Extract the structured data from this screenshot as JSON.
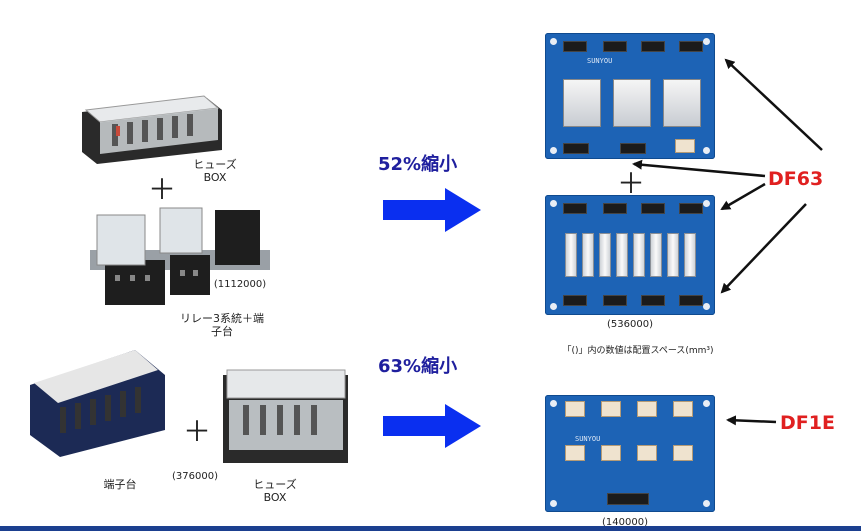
{
  "left_top": {
    "fuse_box_label_1": "ヒューズ",
    "fuse_box_label_2": "BOX",
    "volume": "(1112000)",
    "relay_label_1": "リレー3系統＋端",
    "relay_label_2": "子台"
  },
  "left_bottom": {
    "terminal_label": "端子台",
    "volume": "(376000)",
    "fuse_box_label_1": "ヒューズ",
    "fuse_box_label_2": "BOX"
  },
  "plus_sign": "＋",
  "reduction_top": "52%縮小",
  "reduction_bottom": "63%縮小",
  "right_top": {
    "volume": "(536000)",
    "board_brand": "SUNYOU"
  },
  "note": "「()」内の数値は配置スペース(mm³)",
  "right_bottom": {
    "volume": "(140000)",
    "board_brand": "SUNYOU"
  },
  "label_df63": "DF63",
  "label_df1e": "DF1E",
  "colors": {
    "arrow": "#0a2ff0",
    "df": "#e02020",
    "pct": "#1f1f9e",
    "board": "#1d63b5"
  }
}
